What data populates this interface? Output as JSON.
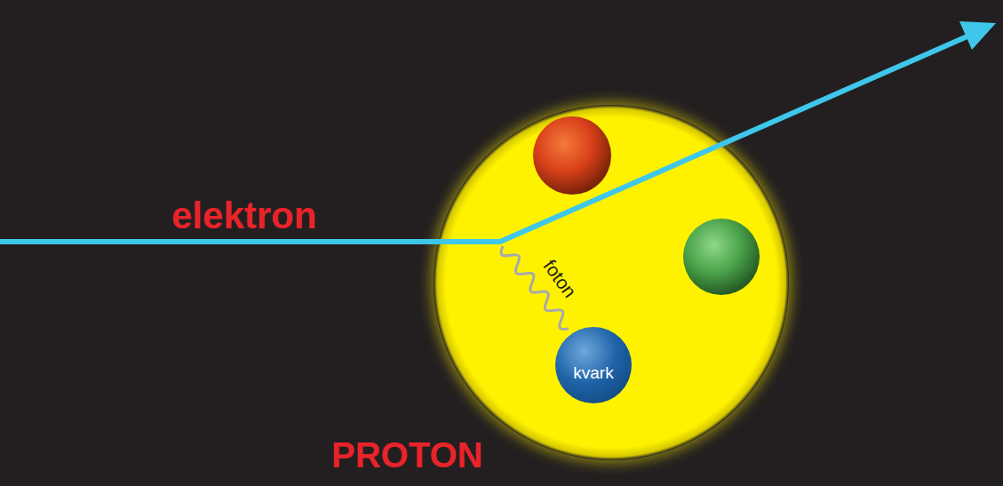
{
  "diagram": {
    "nodes": [
      {
        "text": [
          "PROTON"
        ]
      },
      {
        "text": [
          "kvark"
        ],
        "in": 0
      }
    ],
    "labels": [
      "elektron",
      "foton"
    ]
  }
}
